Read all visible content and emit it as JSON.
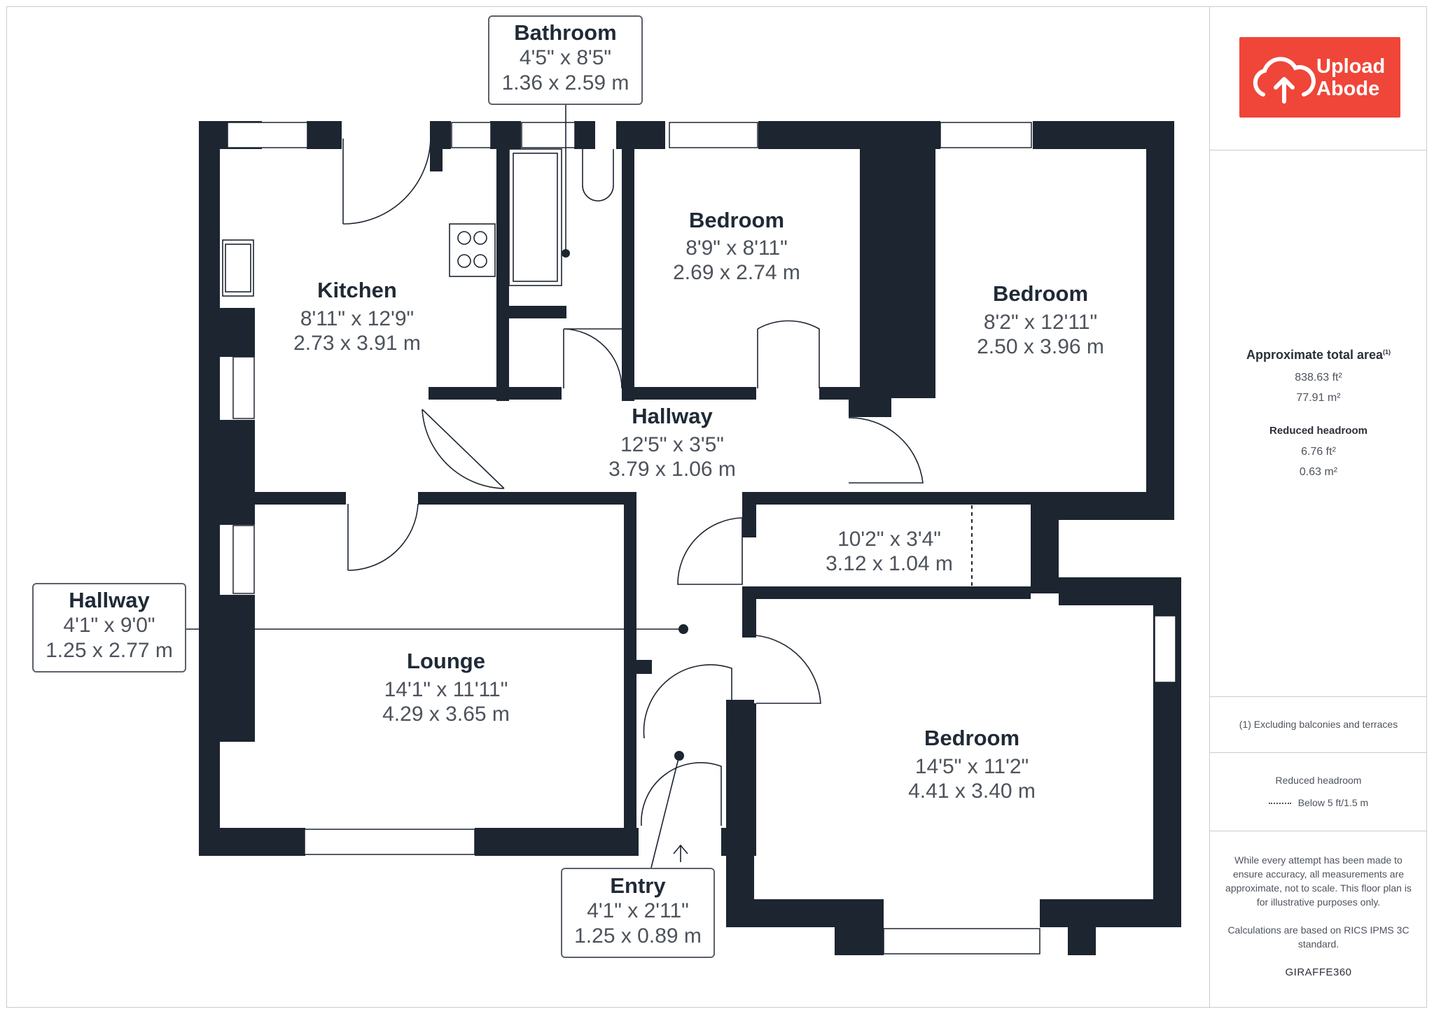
{
  "rooms": {
    "kitchen": {
      "name": "Kitchen",
      "imperial": "8'11\" x 12'9\"",
      "metric": "2.73 x 3.91 m"
    },
    "bedroom1": {
      "name": "Bedroom",
      "imperial": "8'9\" x 8'11\"",
      "metric": "2.69 x 2.74 m"
    },
    "bedroom2": {
      "name": "Bedroom",
      "imperial": "8'2\" x 12'11\"",
      "metric": "2.50 x 3.96 m"
    },
    "hallway": {
      "name": "Hallway",
      "imperial": "12'5\" x 3'5\"",
      "metric": "3.79 x 1.06 m"
    },
    "store": {
      "imperial": "10'2\" x 3'4\"",
      "metric": "3.12 x 1.04 m"
    },
    "lounge": {
      "name": "Lounge",
      "imperial": "14'1\" x 11'11\"",
      "metric": "4.29 x 3.65 m"
    },
    "bedroom3": {
      "name": "Bedroom",
      "imperial": "14'5\" x 11'2\"",
      "metric": "4.41 x 3.40 m"
    }
  },
  "callouts": {
    "bathroom": {
      "name": "Bathroom",
      "imperial": "4'5\" x 8'5\"",
      "metric": "1.36 x 2.59 m"
    },
    "hallway2": {
      "name": "Hallway",
      "imperial": "4'1\" x 9'0\"",
      "metric": "1.25 x 2.77 m"
    },
    "entry": {
      "name": "Entry",
      "imperial": "4'1\" x 2'11\"",
      "metric": "1.25 x 0.89 m"
    }
  },
  "sidebar": {
    "logo_line1": "Upload",
    "logo_line2": "Abode",
    "total_area_label": "Approximate total area",
    "total_area_note_marker": "(1)",
    "total_area_ft": "838.63 ft²",
    "total_area_m": "77.91 m²",
    "reduced_label": "Reduced headroom",
    "reduced_ft": "6.76 ft²",
    "reduced_m": "0.63 m²",
    "footnote": "(1) Excluding balconies and terraces",
    "legend_title": "Reduced headroom",
    "legend_item": "Below 5 ft/1.5 m",
    "disclaimer": "While every attempt has been made to ensure accuracy, all measurements are approximate, not to scale. This floor plan is for illustrative purposes only.",
    "calc_note": "Calculations are based on RICS IPMS 3C standard.",
    "brand": "GIRAFFE360"
  },
  "colors": {
    "wall": "#1c2530",
    "logo": "#ef4639"
  }
}
